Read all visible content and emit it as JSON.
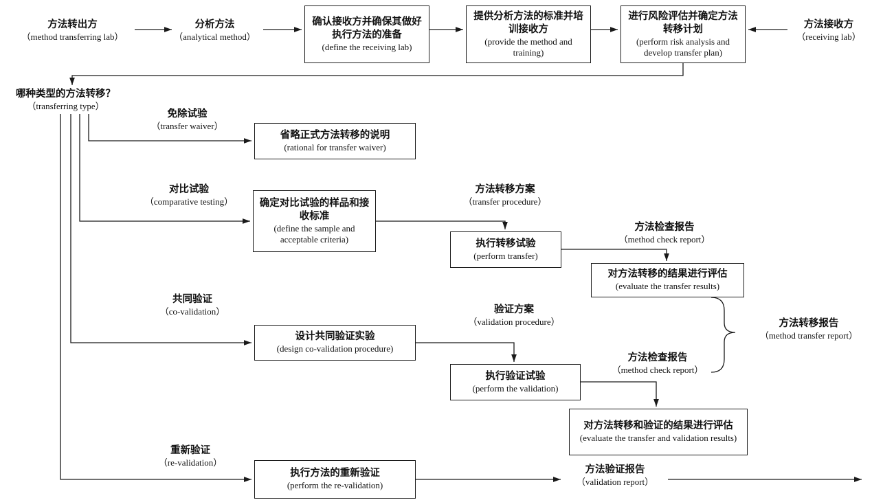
{
  "diagram": {
    "top_row": {
      "transferring_lab": {
        "zh": "方法转出方",
        "en": "（method transferring lab）"
      },
      "analytical_method": {
        "zh": "分析方法",
        "en": "（analytical method）"
      },
      "define_receiving_lab": {
        "zh": "确认接收方并确保其做好执行方法的准备",
        "en": "(define the receiving lab)"
      },
      "provide_method_training": {
        "zh": "提供分析方法的标准并培训接收方",
        "en": "(provide the method and training)"
      },
      "risk_analysis": {
        "zh": "进行风险评估并确定方法转移计划",
        "en": "(perform risk analysis and develop transfer plan)"
      },
      "receiving_lab": {
        "zh": "方法接收方",
        "en": "（receiving lab）"
      }
    },
    "transferring_type": {
      "zh": "哪种类型的方法转移？",
      "en": "（transferring type）"
    },
    "branches": {
      "waiver": {
        "label": {
          "zh": "免除试验",
          "en": "（transfer waiver）"
        },
        "rationale": {
          "zh": "省略正式方法转移的说明",
          "en": "(rational for transfer waiver)"
        }
      },
      "comparative": {
        "label": {
          "zh": "对比试验",
          "en": "（comparative testing）"
        },
        "define_sample": {
          "zh": "确定对比试验的样品和接收标准",
          "en": "(define the sample and acceptable criteria)"
        },
        "transfer_procedure": {
          "zh": "方法转移方案",
          "en": "（transfer procedure）"
        },
        "perform_transfer": {
          "zh": "执行转移试验",
          "en": "(perform transfer)"
        },
        "method_check_report": {
          "zh": "方法检查报告",
          "en": "（method check report）"
        },
        "evaluate_results": {
          "zh": "对方法转移的结果进行评估",
          "en": "(evaluate the transfer results)"
        }
      },
      "co_validation": {
        "label": {
          "zh": "共同验证",
          "en": "（co-validation）"
        },
        "design": {
          "zh": "设计共同验证实验",
          "en": "(design co-validation procedure)"
        },
        "validation_procedure": {
          "zh": "验证方案",
          "en": "（validation procedure）"
        },
        "perform_validation": {
          "zh": "执行验证试验",
          "en": "(perform the validation)"
        },
        "method_check_report": {
          "zh": "方法检查报告",
          "en": "（method check report）"
        },
        "evaluate_results": {
          "zh": "对方法转移和验证的结果进行评估",
          "en": "(evaluate the transfer and validation results)"
        }
      },
      "re_validation": {
        "label": {
          "zh": "重新验证",
          "en": "（re-validation）"
        },
        "perform": {
          "zh": "执行方法的重新验证",
          "en": "(perform the re-validation)"
        },
        "validation_report": {
          "zh": "方法验证报告",
          "en": "（validation report）"
        }
      }
    },
    "method_transfer_report": {
      "zh": "方法转移报告",
      "en": "（method transfer report）"
    },
    "line_color": "#1a1a1a"
  }
}
